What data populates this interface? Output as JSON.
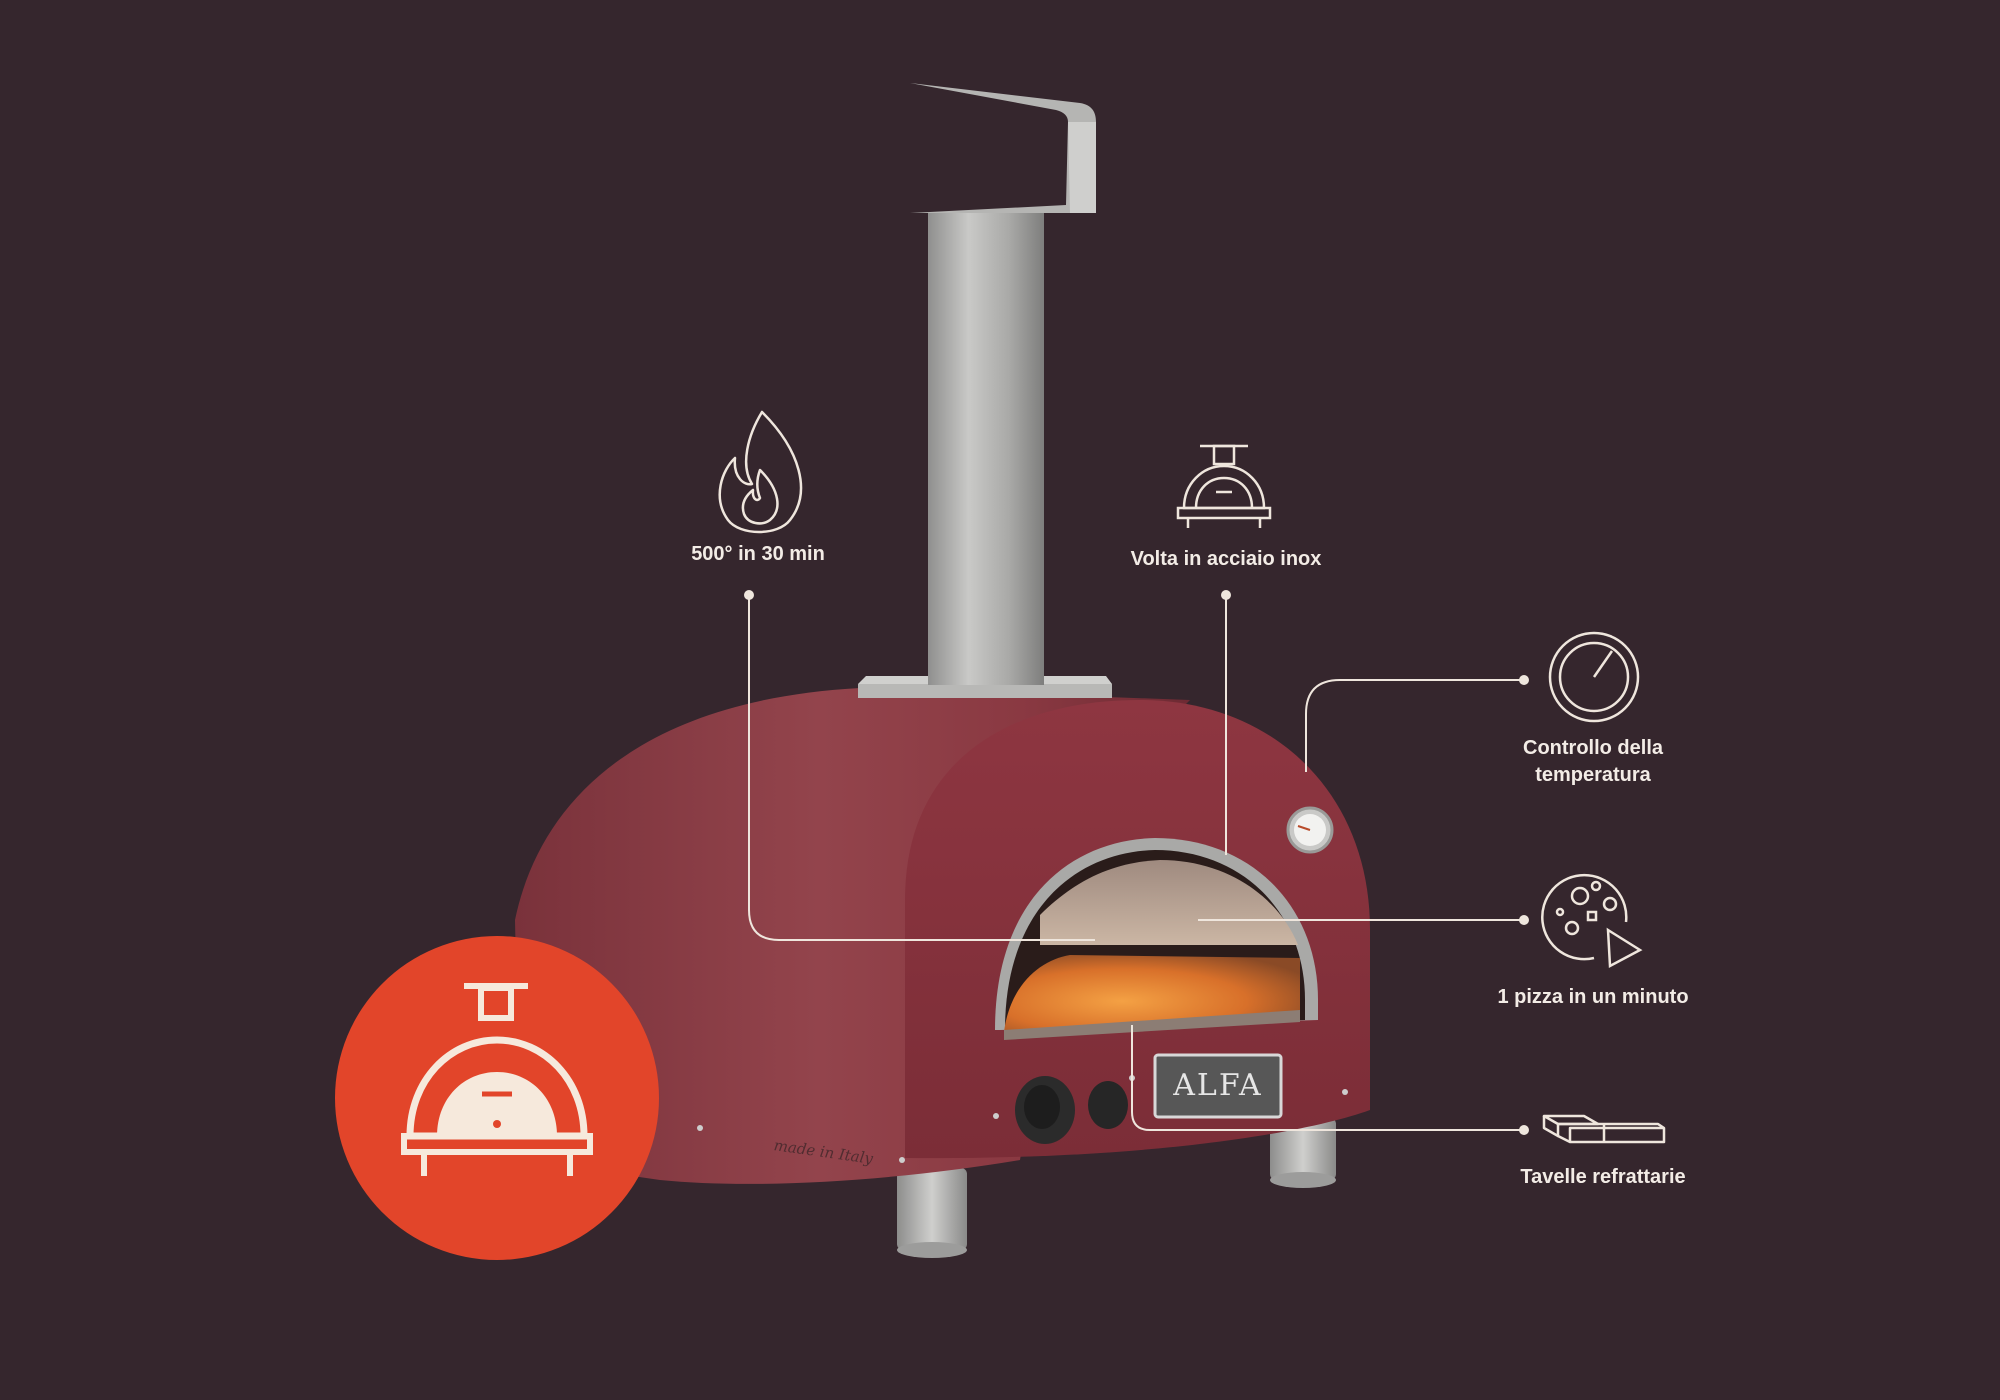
{
  "colors": {
    "background": "#35262d",
    "oven_body": "#8a3b44",
    "badge": "#e2452a",
    "line": "#efe6dd",
    "label": "#f3ece6",
    "steel": "#b9b9b7"
  },
  "product": {
    "brand_plate": "ALFA",
    "engraving": "made in Italy"
  },
  "badge": {
    "icon": "oven-icon"
  },
  "features": [
    {
      "label": "500° in 30 min",
      "icon": "flame-icon"
    },
    {
      "label": "Volta in acciaio inox",
      "icon": "oven-dome-icon"
    },
    {
      "label_line1": "Controllo della",
      "label_line2": "temperatura",
      "icon": "thermometer-gauge-icon"
    },
    {
      "label": "1 pizza in un minuto",
      "icon": "pizza-icon"
    },
    {
      "label": "Tavelle refrattarie",
      "icon": "refractory-bricks-icon"
    }
  ]
}
